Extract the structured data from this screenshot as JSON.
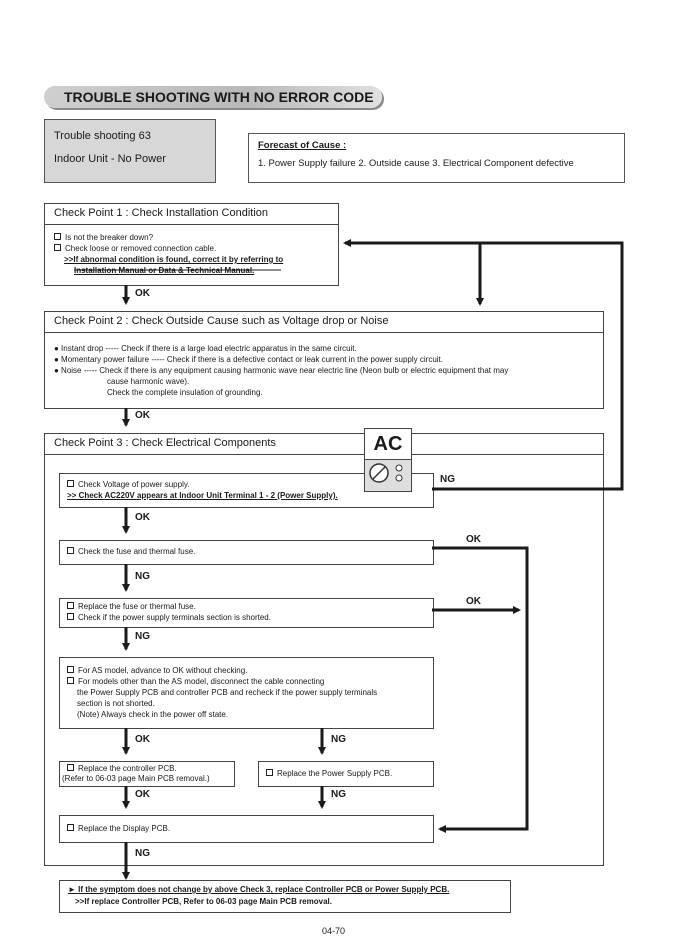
{
  "banner": {
    "title": "TROUBLE SHOOTING WITH NO ERROR CODE"
  },
  "header": {
    "ts_number": "Trouble shooting  63",
    "ts_title": "Indoor Unit - No Power"
  },
  "forecast": {
    "title": "Forecast of  Cause :",
    "body": "1. Power Supply failure  2. Outside cause  3. Electrical Component defective"
  },
  "cp1": {
    "title": "Check Point 1 : Check Installation Condition",
    "l1": "Is not the breaker down?",
    "l2": "Check loose or removed connection cable.",
    "l3": ">>If abnormal condition is found, correct it by referring to",
    "l4": "Installation Manual or Data & Technical Manual."
  },
  "cp2": {
    "title": "Check Point 2 : Check Outside Cause such as Voltage drop or Noise",
    "l1": "● Instant drop  -----  Check if there is a large load electric apparatus in the same circuit.",
    "l2": "● Momentary power failure ----- Check if there is a defective contact or leak current in the power supply circuit.",
    "l3": "● Noise ----- Check if there is any equipment causing harmonic wave near electric line (Neon bulb or electric equipment that may",
    "l4": "cause harmonic wave).",
    "l5": "Check the complete insulation of grounding."
  },
  "cp3": {
    "title": "Check Point 3 : Check Electrical Components",
    "meter_label": "AC",
    "s1a": "Check Voltage of power supply.",
    "s1b": ">> Check AC220V appears at Indoor Unit Terminal 1 - 2 (Power Supply).",
    "s2": "Check the fuse and thermal fuse.",
    "s3a": "Replace the fuse or thermal fuse.",
    "s3b": "Check if the power supply terminals section is shorted.",
    "s4a": "For AS model, advance to OK without checking.",
    "s4b": "For models other than the AS model, disconnect the cable connecting",
    "s4c": "the Power Supply PCB and controller PCB and recheck if the power supply terminals",
    "s4d": "section is not shorted.",
    "s4e": "(Note) Always check in the power off state.",
    "s5a": "Replace the controller PCB.",
    "s5b": "(Refer to 06-03 page Main PCB removal.)",
    "s6": "Replace the Power Supply PCB.",
    "s7": "Replace the Display PCB."
  },
  "labels": {
    "ok": "OK",
    "ng": "NG"
  },
  "final": {
    "l1": "► If the symptom does not change by above Check 3, replace Controller PCB or Power Supply PCB.",
    "l2": ">>If replace Controller PCB, Refer to 06-03 page Main PCB removal."
  },
  "footer": {
    "page": "04-70"
  }
}
